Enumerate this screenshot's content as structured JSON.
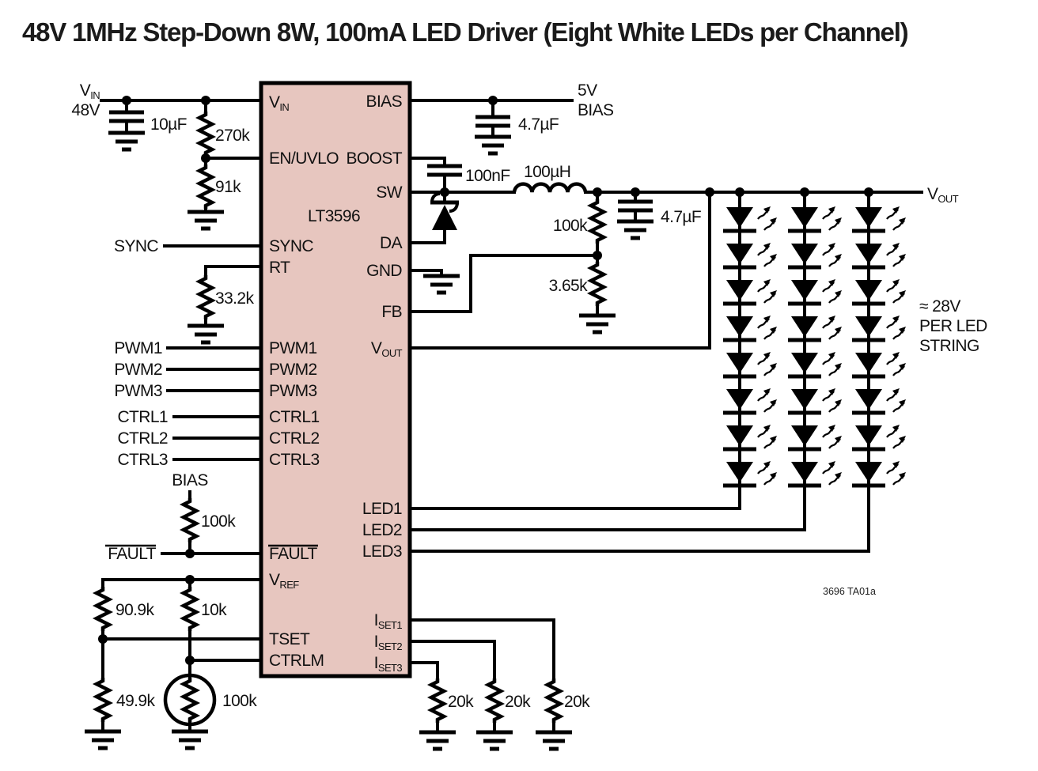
{
  "title": "48V 1MHz Step-Down 8W, 100mA LED Driver (Eight White LEDs per Channel)",
  "ic": {
    "name": "LT3596",
    "left_pins": [
      {
        "main": "V",
        "sub": "IN"
      },
      {
        "main": "EN/UVLO",
        "sub": ""
      },
      {
        "main": "SYNC",
        "sub": ""
      },
      {
        "main": "RT",
        "sub": ""
      },
      {
        "main": "PWM1",
        "sub": ""
      },
      {
        "main": "PWM2",
        "sub": ""
      },
      {
        "main": "PWM3",
        "sub": ""
      },
      {
        "main": "CTRL1",
        "sub": ""
      },
      {
        "main": "CTRL2",
        "sub": ""
      },
      {
        "main": "CTRL3",
        "sub": ""
      },
      {
        "main": "FAULT",
        "sub": "",
        "overline": true
      },
      {
        "main": "V",
        "sub": "REF"
      },
      {
        "main": "TSET",
        "sub": ""
      },
      {
        "main": "CTRLM",
        "sub": ""
      }
    ],
    "right_pins": [
      {
        "main": "BIAS",
        "sub": ""
      },
      {
        "main": "BOOST",
        "sub": ""
      },
      {
        "main": "SW",
        "sub": ""
      },
      {
        "main": "DA",
        "sub": ""
      },
      {
        "main": "GND",
        "sub": ""
      },
      {
        "main": "FB",
        "sub": ""
      },
      {
        "main": "V",
        "sub": "OUT"
      },
      {
        "main": "LED1",
        "sub": ""
      },
      {
        "main": "LED2",
        "sub": ""
      },
      {
        "main": "LED3",
        "sub": ""
      },
      {
        "main": "I",
        "sub": "SET1"
      },
      {
        "main": "I",
        "sub": "SET2"
      },
      {
        "main": "I",
        "sub": "SET3"
      }
    ]
  },
  "external": {
    "vin": {
      "main": "V",
      "sub": "IN"
    },
    "vin_voltage": "48V",
    "sync": "SYNC",
    "pwm": [
      "PWM1",
      "PWM2",
      "PWM3"
    ],
    "ctrl": [
      "CTRL1",
      "CTRL2",
      "CTRL3"
    ],
    "bias": "BIAS",
    "fault": "FAULT",
    "rail_5v": [
      "5V",
      "BIAS"
    ],
    "vout": {
      "main": "V",
      "sub": "OUT"
    }
  },
  "components": {
    "c_in": "10µF",
    "r_uvlo_top": "270k",
    "r_uvlo_bot": "91k",
    "r_rt": "33.2k",
    "r_fault_pullup": "100k",
    "r_vref_left": "90.9k",
    "r_vref_mid": "10k",
    "r_tset_gnd": "49.9k",
    "r_ntc": "100k",
    "c_bias": "4.7µF",
    "c_boost": "100nF",
    "l1": "100µH",
    "r_fb_top": "100k",
    "r_fb_bot": "3.65k",
    "c_out": "4.7µF",
    "r_iset": [
      "20k",
      "20k",
      "20k"
    ]
  },
  "annotations": {
    "led_note": [
      "≈ 28V",
      "PER LED",
      "STRING"
    ],
    "fig_ref": "3696 TA01a"
  },
  "colors": {
    "ic_fill": "#e7c6bf",
    "wire": "#000000"
  }
}
